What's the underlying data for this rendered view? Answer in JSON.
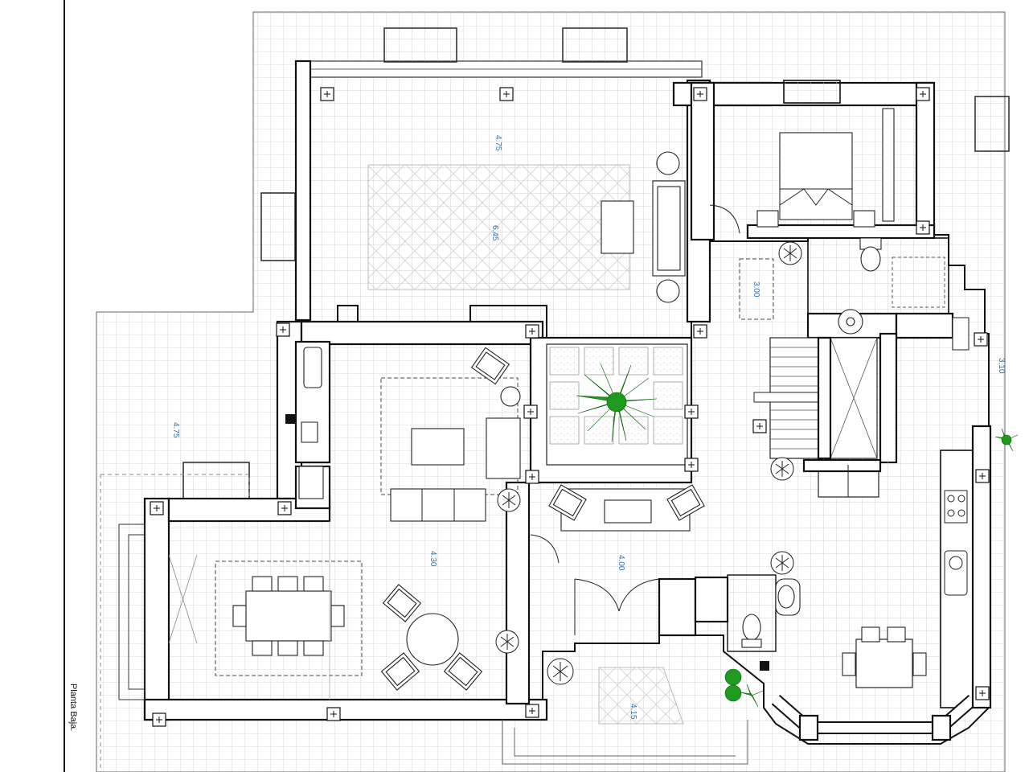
{
  "plan": {
    "title": "Planta Baja.",
    "dimensions": {
      "terrace_north_depth": "4.75",
      "living_room_width": "6.45",
      "terrace_west_width": "4.75",
      "hall_width": "3.00",
      "kitchen_side": "3.10",
      "salon_depth": "4.30",
      "entrance_depth": "4.00",
      "porch_depth": "4.15"
    },
    "colors": {
      "wall": "#111111",
      "grid": "#cfcfcf",
      "dimension_text": "#2f6fb5",
      "plant": "#1f9a1f"
    },
    "icons": [
      "plant-icon",
      "bed-icon",
      "toilet-icon",
      "sink-icon",
      "stove-icon",
      "stairs-icon",
      "sofa-icon",
      "table-icon",
      "chair-icon",
      "column-marker-icon"
    ]
  }
}
